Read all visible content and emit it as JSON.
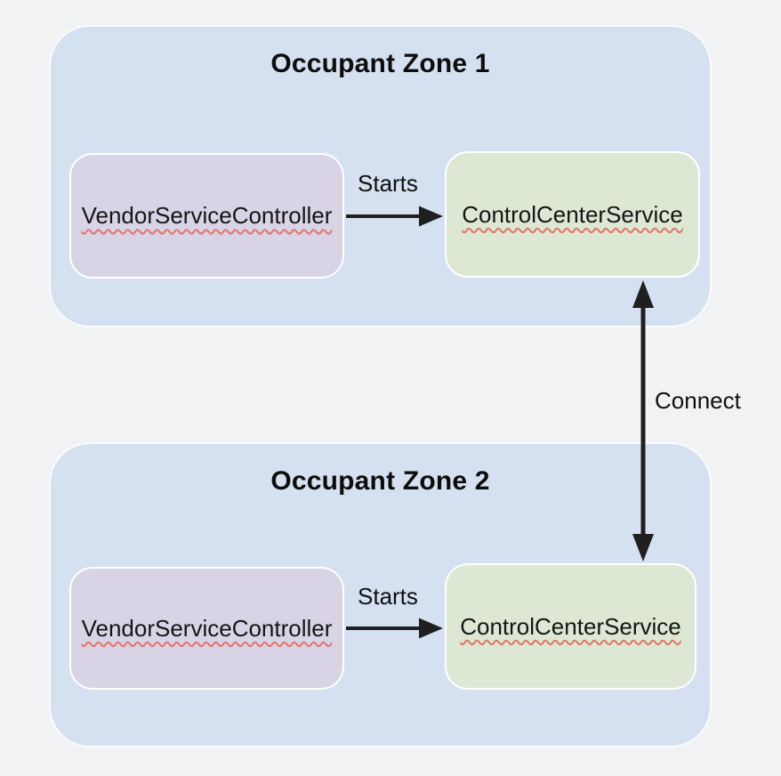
{
  "diagram": {
    "zones": [
      {
        "title": "Occupant Zone 1",
        "nodes": [
          {
            "label": "VendorServiceController"
          },
          {
            "label": "ControlCenterService"
          }
        ],
        "edge_label": "Starts"
      },
      {
        "title": "Occupant Zone 2",
        "nodes": [
          {
            "label": "VendorServiceController"
          },
          {
            "label": "ControlCenterService"
          }
        ],
        "edge_label": "Starts"
      }
    ],
    "connect_label": "Connect",
    "colors": {
      "page_bg": "#f1f2f4",
      "zone_bg": "#d5e1f1",
      "vendor_node_bg": "#d9d3e6",
      "control_node_bg": "#dde8d4",
      "arrow": "#1f1f1f",
      "spellcheck_squiggle": "#e0756a",
      "text": "#151515"
    }
  }
}
